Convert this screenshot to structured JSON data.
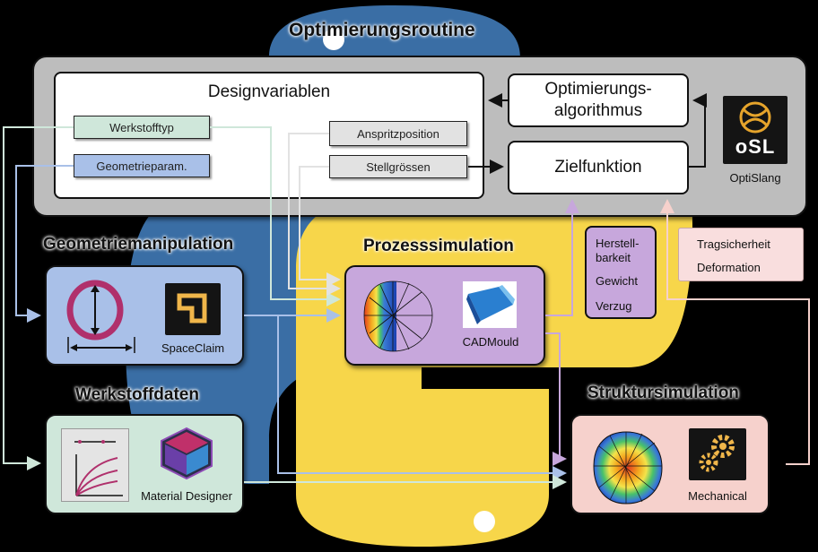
{
  "title": "Optimierungsroutine",
  "optimization": {
    "designvariables_label": "Designvariablen",
    "chips": {
      "werkstofftyp": "Werkstofftyp",
      "geometrieparam": "Geometrieparam.",
      "anspritzposition": "Anspritzposition",
      "stellgroessen": "Stellgrössen"
    },
    "algorithm_line1": "Optimierungs-",
    "algorithm_line2": "algorithmus",
    "objective": "Zielfunktion",
    "optislang": {
      "logo_text": "oSL",
      "label": "OptiSlang"
    }
  },
  "geometry": {
    "title": "Geometriemanipulation",
    "tool": "SpaceClaim"
  },
  "process": {
    "title": "Prozesssimulation",
    "tool": "CADMould"
  },
  "material": {
    "title": "Werkstoffdaten",
    "tool": "Material Designer"
  },
  "structure": {
    "title": "Struktursimulation",
    "tool": "Mechanical"
  },
  "process_outputs": [
    "Herstell-",
    "barkeit",
    "Gewicht",
    "Verzug"
  ],
  "structure_outputs": [
    "Tragsicherheit",
    "Deformation"
  ],
  "colors": {
    "background": "#000000",
    "python_blue": "#3a6ea5",
    "python_yellow": "#f7d64a",
    "panel_gray": "#bdbdbd",
    "geometry_fill": "#a9c0e8",
    "process_fill": "#c7a7dc",
    "material_fill": "#cfe7da",
    "structure_fill": "#f6d1cc",
    "werkstoff_chip": "#cfe7da",
    "geometrie_chip": "#a9c0e8",
    "gray_chip": "#e2e2e2"
  }
}
